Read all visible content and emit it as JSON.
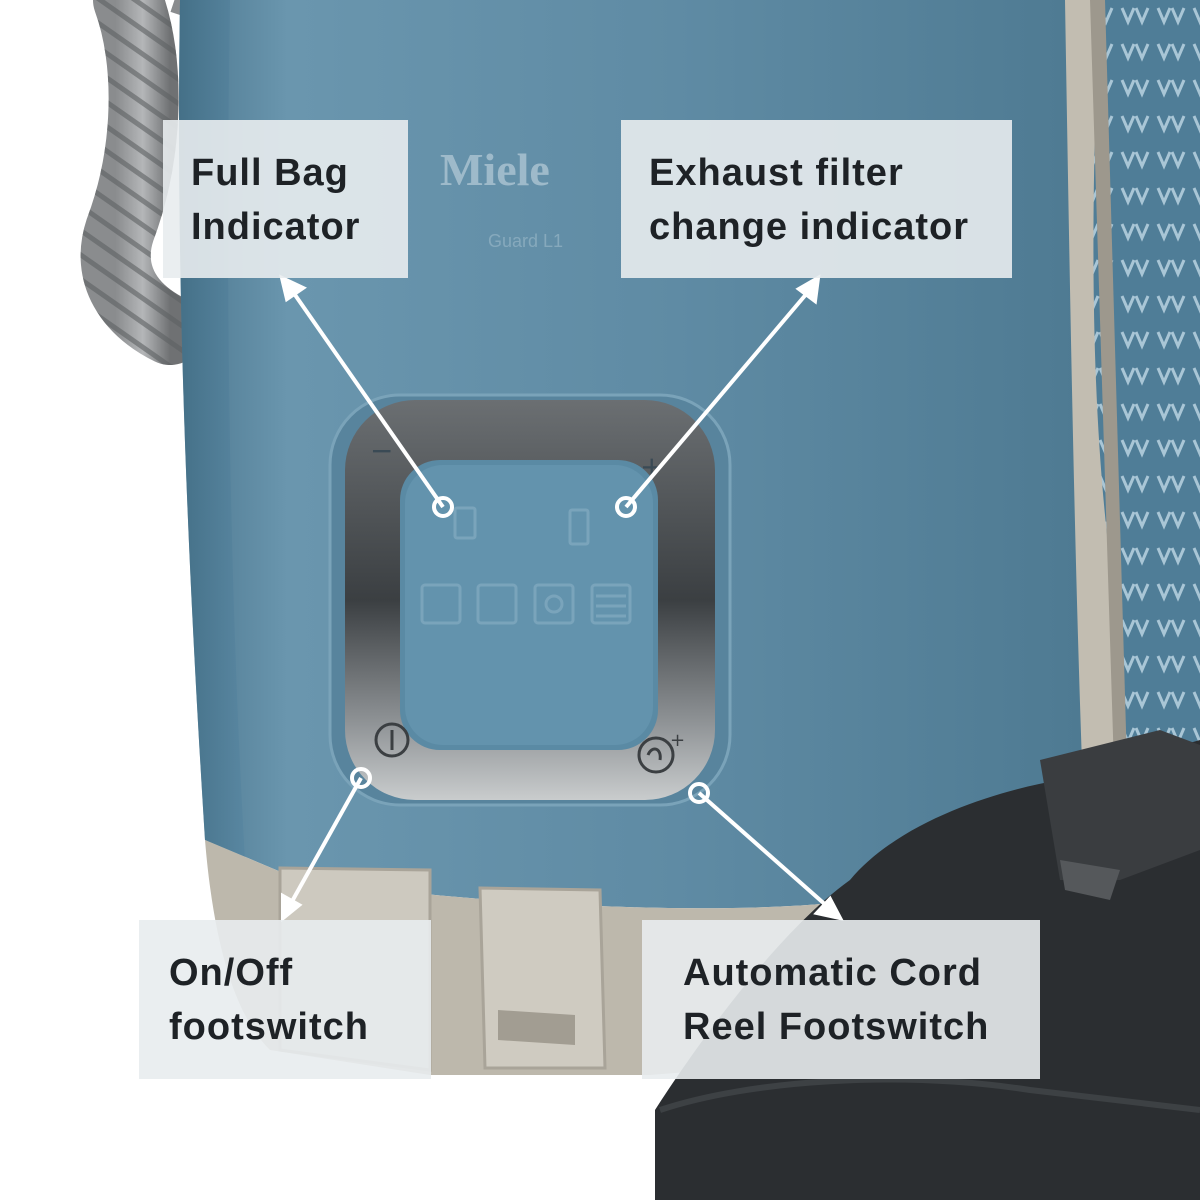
{
  "photo": {
    "brand_logo": "Miele",
    "model_label": "Guard L1"
  },
  "callouts": {
    "full_bag": {
      "line1": "Full Bag",
      "line2": "Indicator"
    },
    "exhaust_filter": {
      "line1": "Exhaust filter",
      "line2": "change indicator"
    },
    "on_off": {
      "line1": "On/Off",
      "line2": "footswitch"
    },
    "cord_reel": {
      "line1": "Automatic Cord",
      "line2": "Reel Footswitch"
    }
  },
  "colors": {
    "body_blue": "#5f8aa3",
    "bumper_taupe": "#bdb8ac",
    "callout_bg": "#e8ecee",
    "callout_text": "#1e2226",
    "arrow": "#ffffff"
  }
}
